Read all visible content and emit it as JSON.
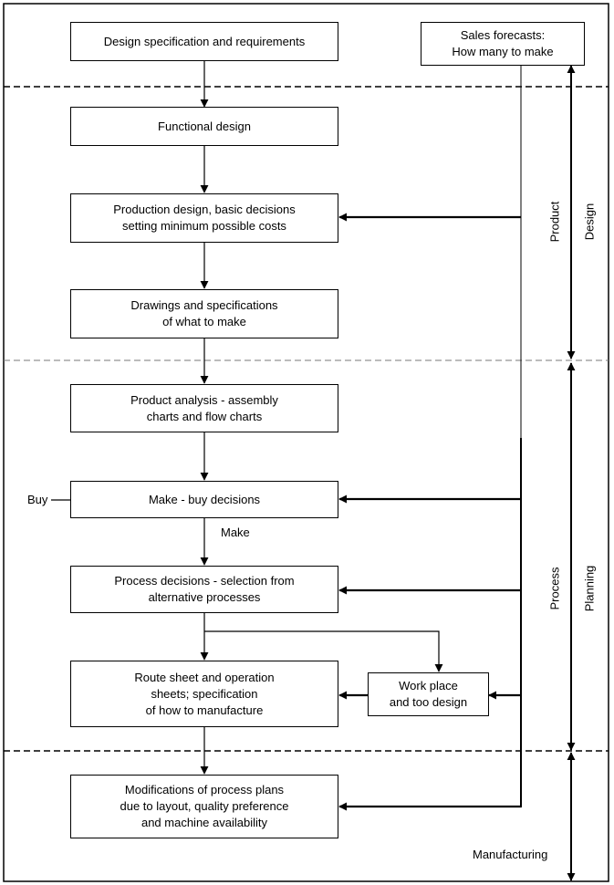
{
  "boxes": {
    "design_spec": "Design specification and requirements",
    "sales_forecasts": "Sales forecasts:\nHow many to make",
    "functional_design": "Functional design",
    "production_design": "Production design, basic decisions\nsetting minimum possible costs",
    "drawings": "Drawings and specifications\nof what to make",
    "product_analysis": "Product analysis - assembly\ncharts and flow charts",
    "make_buy": "Make - buy decisions",
    "process_decisions": "Process decisions - selection from\nalternative processes",
    "route_sheet": "Route sheet and operation\nsheets; specification\nof how to manufacture",
    "work_place": "Work place\nand too design",
    "modifications": "Modifications of process plans\ndue to layout, quality preference\nand machine availability"
  },
  "labels": {
    "buy": "Buy",
    "make": "Make",
    "product": "Product",
    "design": "Design",
    "process": "Process",
    "planning": "Planning",
    "manufacturing": "Manufacturing"
  }
}
